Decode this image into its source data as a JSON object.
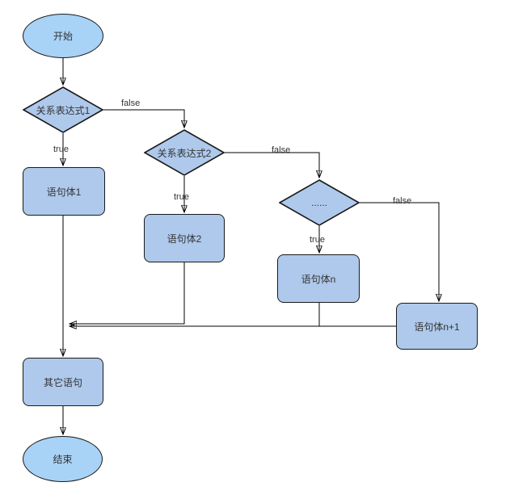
{
  "flowchart": {
    "title": "if-else-if chain flowchart",
    "colors": {
      "background": "#ffffff",
      "terminal_fill": "#a8d2f6",
      "node_fill": "#aec9ec",
      "shape_stroke": "#1a1a1a",
      "line_color": "#000000",
      "text_color": "#333333"
    },
    "nodes": {
      "start": {
        "label": "开始",
        "shape": "ellipse"
      },
      "cond1": {
        "label": "关系表达式1",
        "shape": "diamond"
      },
      "body1": {
        "label": "语句体1",
        "shape": "rounded-rect"
      },
      "cond2": {
        "label": "关系表达式2",
        "shape": "diamond"
      },
      "body2": {
        "label": "语句体2",
        "shape": "rounded-rect"
      },
      "cond3": {
        "label": "......",
        "shape": "diamond"
      },
      "body_n": {
        "label": "语句体n",
        "shape": "rounded-rect"
      },
      "body_n_plus1": {
        "label": "语句体n+1",
        "shape": "rounded-rect"
      },
      "other": {
        "label": "其它语句",
        "shape": "rounded-rect"
      },
      "end": {
        "label": "结束",
        "shape": "ellipse"
      }
    },
    "edge_labels": {
      "cond1_true": "true",
      "cond1_false": "false",
      "cond2_true": "true",
      "cond2_false": "false",
      "cond3_true": "true",
      "cond3_false": "false"
    }
  }
}
